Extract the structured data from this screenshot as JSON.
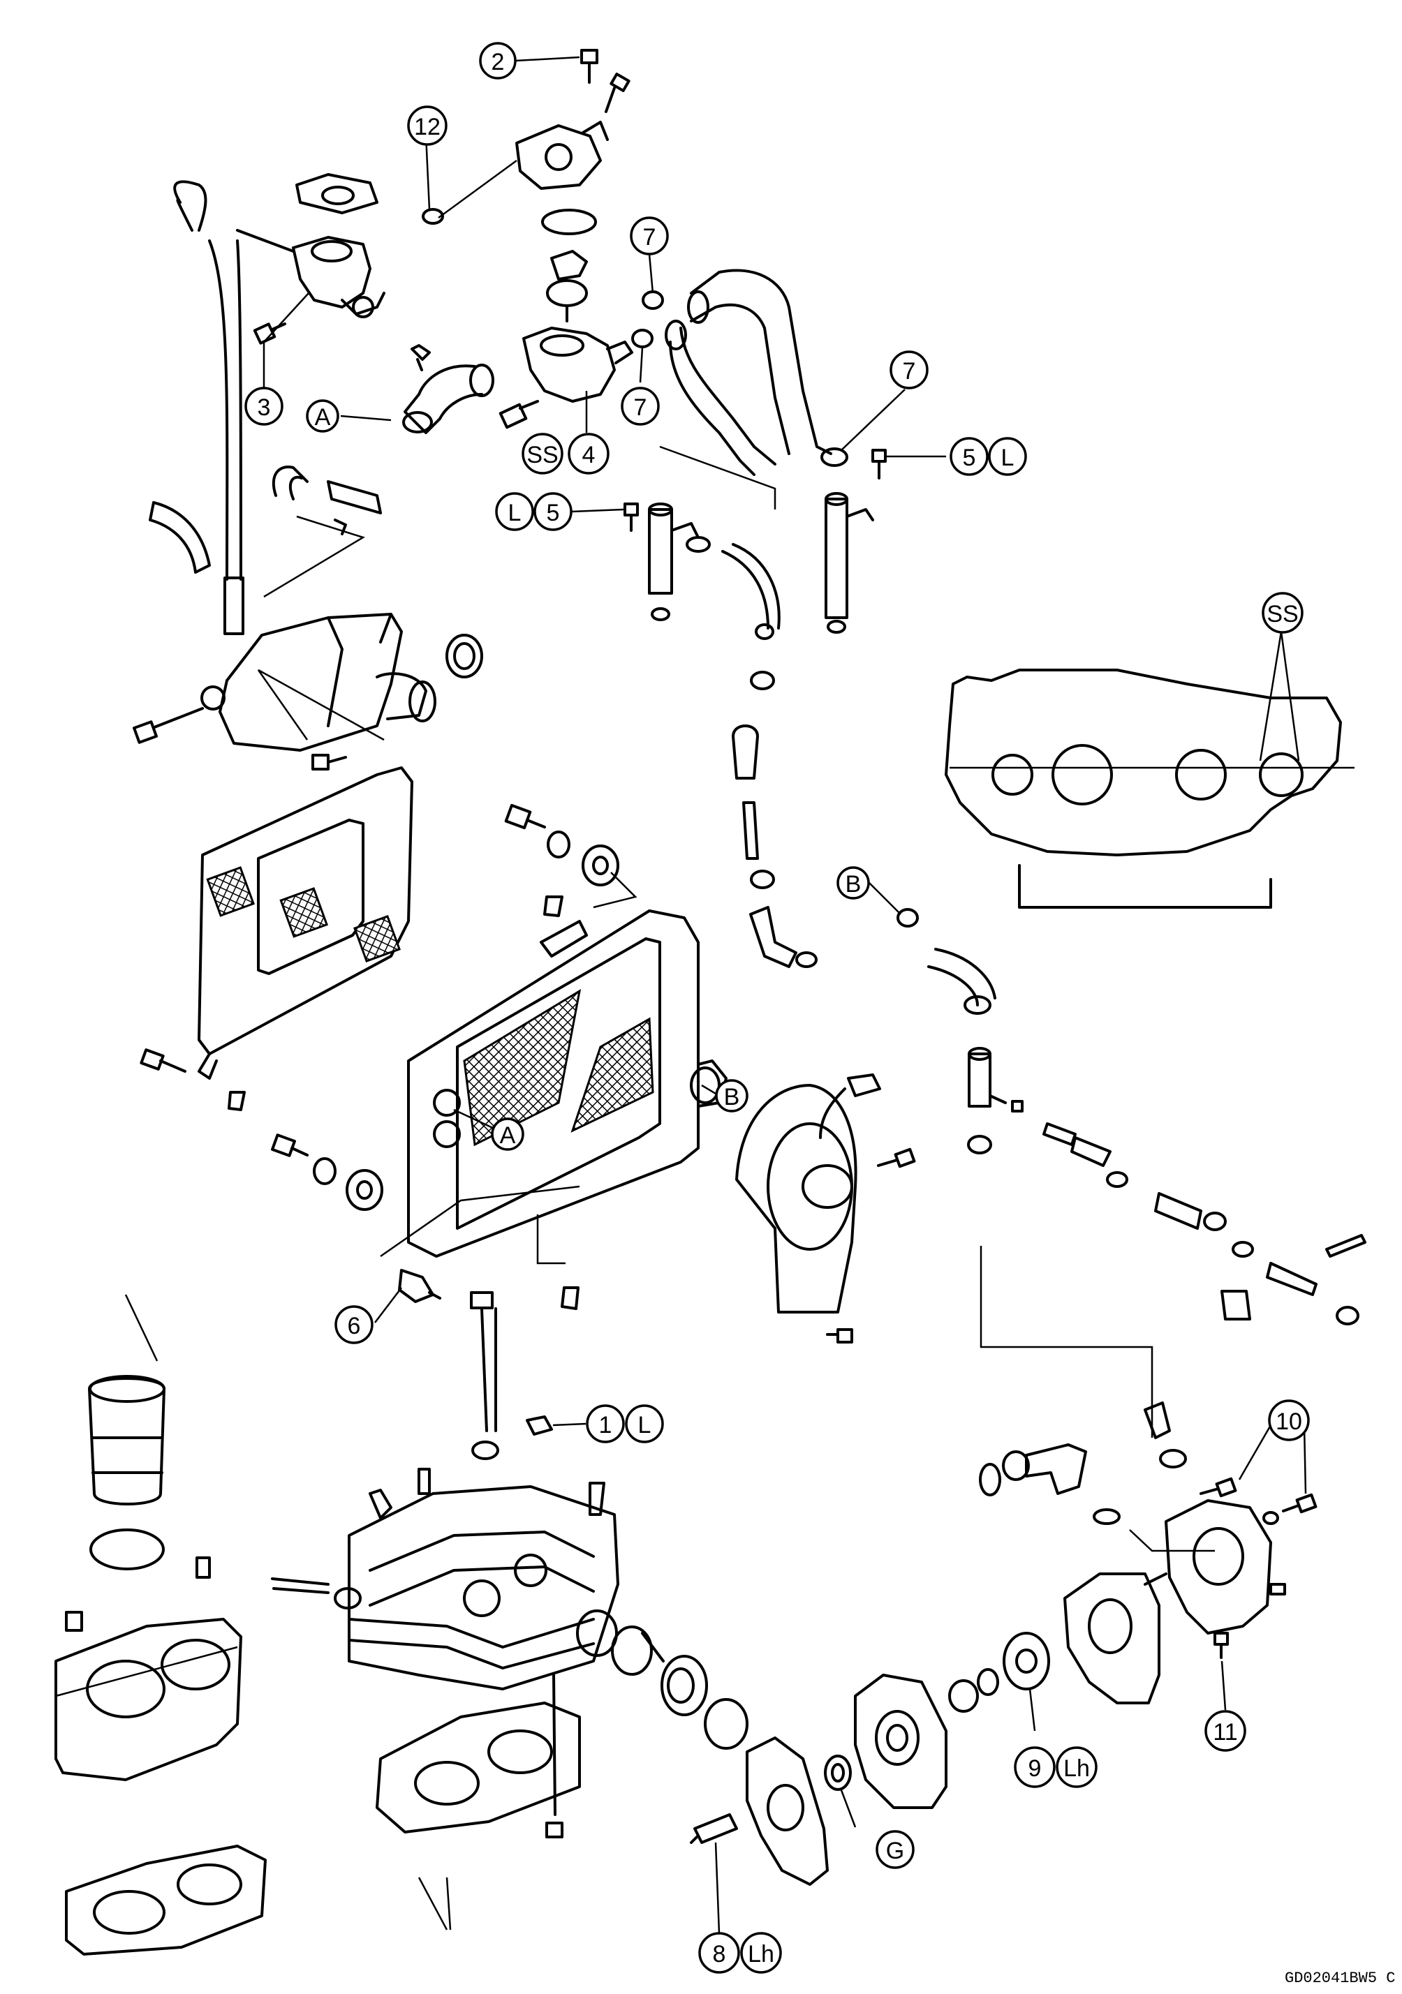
{
  "callouts": {
    "c1": "1",
    "c1L": "L",
    "c2": "2",
    "c3": "3",
    "c4": "4",
    "c4SS": "SS",
    "c5a": "5",
    "c5aL": "L",
    "c5b": "5",
    "c5bL": "L",
    "c6": "6",
    "c7a": "7",
    "c7b": "7",
    "c7c": "7",
    "c8": "8",
    "c8Lh": "Lh",
    "c9": "9",
    "c9Lh": "Lh",
    "c10": "10",
    "c11": "11",
    "c12": "12",
    "cA1": "A",
    "cA2": "A",
    "cB1": "B",
    "cB2": "B",
    "cG": "G",
    "cSS": "SS"
  },
  "figure_code": "GD02041BW5 C"
}
